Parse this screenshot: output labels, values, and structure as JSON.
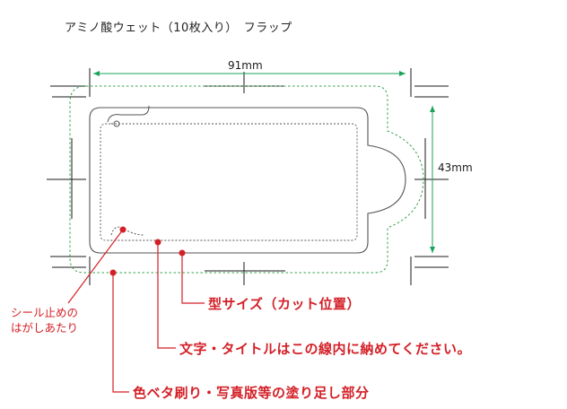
{
  "title": "アミノ酸ウェット（10枚入り）　フラップ",
  "dimensions": {
    "width_label": "91mm",
    "height_label": "43mm"
  },
  "labels": {
    "seal_area_line1": "シール止めの",
    "seal_area_line2": "はがしあたり",
    "die_cut": "型サイズ（カット位置）",
    "text_area": "文字・タイトルはこの線内に納めてください。",
    "bleed_area": "色ベタ刷り・写真版等の塗り足し部分"
  },
  "colors": {
    "black": "#1a1a1a",
    "red": "#d32027",
    "green_dim": "#1aa35a",
    "green_dash": "#35a04a",
    "cut_line": "#555555"
  }
}
